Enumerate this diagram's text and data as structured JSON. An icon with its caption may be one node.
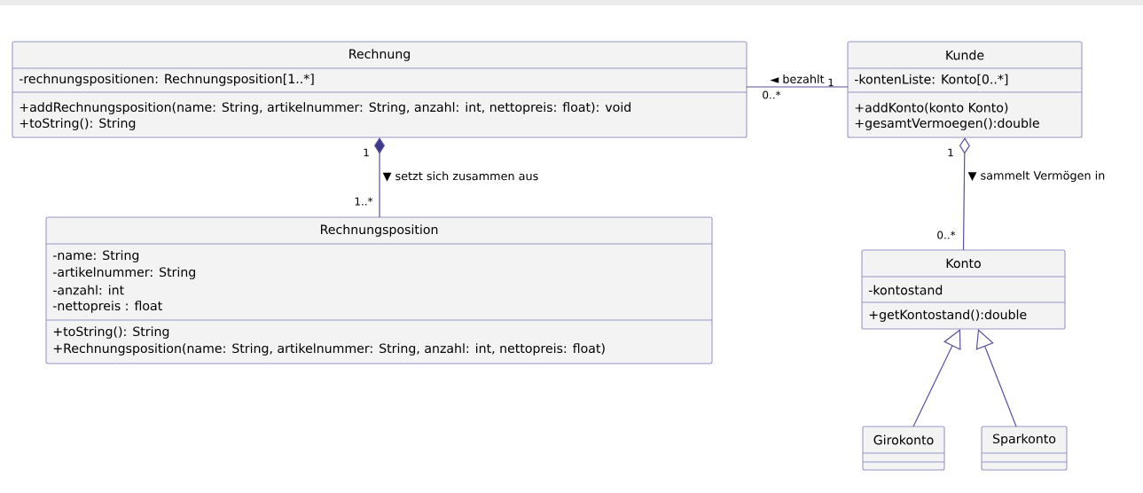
{
  "diagram": {
    "nodes": [
      {
        "text": [
          "Rechnung",
          "-rechnungspositionen: Rechnungsposition[1..*]",
          "+addRechnungsposition(name: String, artikelnummer: String, anzahl: int, nettopreis: float): void",
          "+toString(): String"
        ]
      },
      {
        "text": [
          "Kunde",
          "-kontenListe: Konto[0..*]",
          "+addKonto(konto Konto)",
          "+gesamtVermoegen():double"
        ]
      },
      {
        "text": [
          "Rechnungsposition",
          "-name: String",
          "-artikelnummer: String",
          "-anzahl: int",
          "-nettopreis : float",
          "+toString(): String",
          "+Rechnungsposition(name: String, artikelnummer: String, anzahl: int, nettopreis: float)"
        ]
      },
      {
        "text": [
          "Konto",
          "-kontostand",
          "+getKontostand():double"
        ]
      },
      {
        "text": [
          "Girokonto"
        ]
      },
      {
        "text": [
          "Sparkonto"
        ]
      }
    ],
    "edges": [
      {
        "from": 0,
        "to": 1,
        "arrow": "none",
        "label": "◄ bezahlt"
      },
      {
        "from": 0,
        "to": 2,
        "arrow": "other",
        "label": "▼ setzt sich zusammen aus"
      },
      {
        "from": 1,
        "to": 3,
        "arrow": "other",
        "label": "▼ sammelt Vermögen in"
      },
      {
        "from": 4,
        "to": 3,
        "arrow": "to"
      },
      {
        "from": 5,
        "to": 3,
        "arrow": "to"
      }
    ],
    "labels": [
      "1",
      "0..*",
      "1",
      "1",
      "1..*",
      "0..*"
    ]
  }
}
